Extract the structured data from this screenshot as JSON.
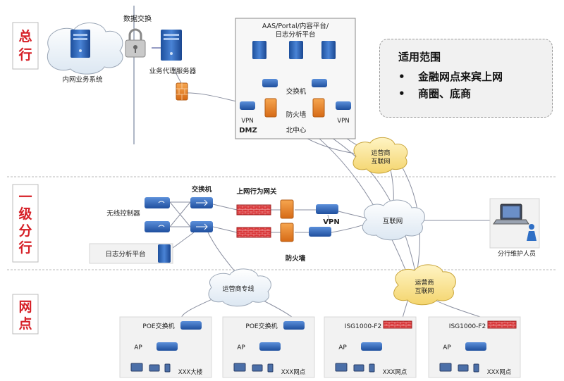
{
  "tiers": {
    "head": "总行",
    "branch": "一级分行",
    "outlet": "网点"
  },
  "headquarters": {
    "data_exchange": "数据交换",
    "intranet": "内网业务系统",
    "agent_server": "业务代理服务器",
    "platform": "AAS/Portal/内容平台/日志分析平台",
    "switch": "交换机",
    "firewall": "防火墙",
    "vpn_left": "VPN",
    "vpn_right": "VPN",
    "dmz": "DMZ",
    "north_center": "北中心"
  },
  "scope": {
    "title": "适用范围",
    "items": [
      "金融网点来宾上网",
      "商圈、底商"
    ],
    "bullet": "•"
  },
  "clouds": {
    "isp_internet_top": "运营商互联网",
    "internet": "互联网",
    "isp_line": "运营商专线",
    "isp_internet_bottom": "运营商互联网"
  },
  "branch": {
    "switch": "交换机",
    "behavior_gateway": "上网行为网关",
    "wlc": "无线控制器",
    "log_platform": "日志分析平台",
    "firewall": "防火墙",
    "vpn": "VPN",
    "maintainer": "分行维护人员"
  },
  "outlets": [
    {
      "device": "POE交换机",
      "ap": "AP",
      "site": "XXX大楼"
    },
    {
      "device": "POE交换机",
      "ap": "AP",
      "site": "XXX网点"
    },
    {
      "device": "ISG1000-F2",
      "ap": "AP",
      "site": "XXX网点"
    },
    {
      "device": "ISG1000-F2",
      "ap": "AP",
      "site": "XXX网点"
    }
  ],
  "colors": {
    "tier_red": "#d61f26",
    "switch_blue": "#2f64b3",
    "firewall_orange": "#e8842a",
    "cloud_yellow": "#fbe9a6",
    "wall_red": "#d9383a"
  }
}
